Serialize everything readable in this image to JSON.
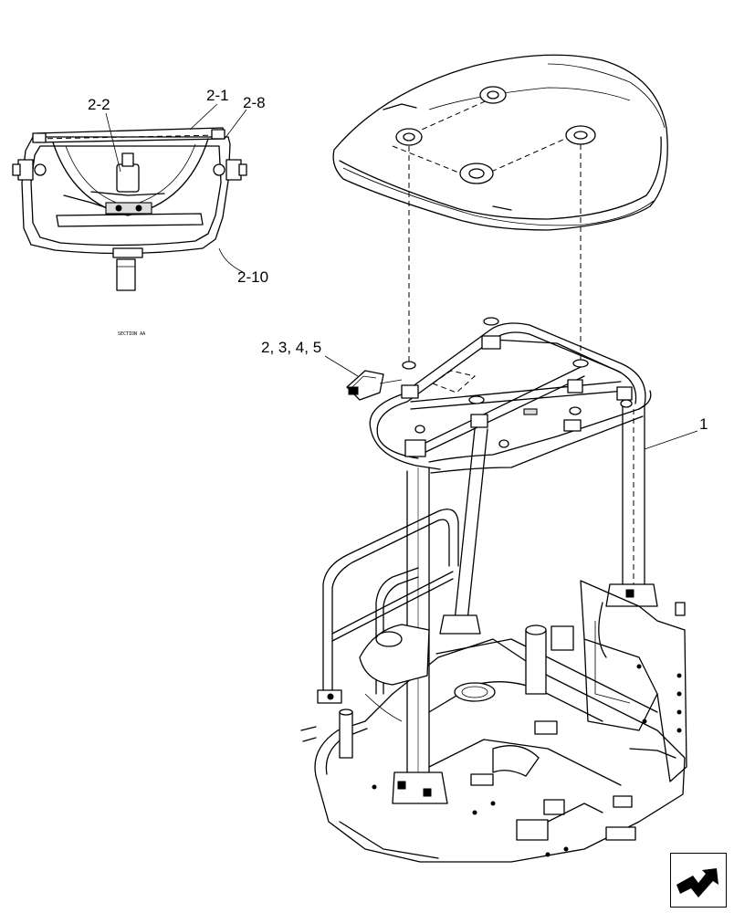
{
  "callouts": {
    "c2_2": "2-2",
    "c2_1": "2-1",
    "c2_8": "2-8",
    "c2_10": "2-10",
    "c2345": "2, 3, 4, 5",
    "c1": "1"
  },
  "section_caption": "SECTION AA",
  "nav_icon": "next-page-arrow-icon"
}
